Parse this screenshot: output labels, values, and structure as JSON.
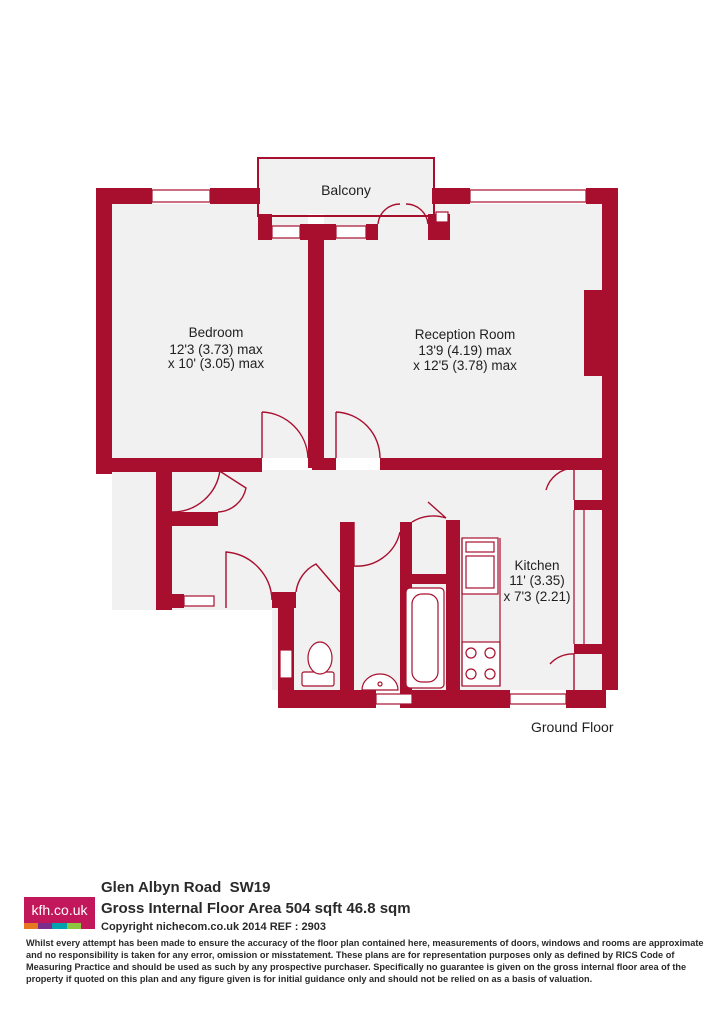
{
  "rooms": {
    "balcony": {
      "name": "Balcony"
    },
    "bedroom": {
      "name": "Bedroom",
      "dim1": "12'3 (3.73) max",
      "dim2": "x 10' (3.05) max"
    },
    "reception": {
      "name": "Reception Room",
      "dim1": "13'9 (4.19) max",
      "dim2": "x 12'5 (3.78) max"
    },
    "kitchen": {
      "name": "Kitchen",
      "dim1": "11' (3.35)",
      "dim2": "x 7'3 (2.21)"
    }
  },
  "floor_label": "Ground Floor",
  "logo": {
    "text": "kfh.co.uk",
    "brand_color": "#c2185b",
    "strip_colors": [
      "#e87722",
      "#7b2d8e",
      "#00a3ad",
      "#8dc63f",
      "#c2185b"
    ]
  },
  "info": {
    "title": "Glen Albyn Road  SW19",
    "area": "Gross Internal Floor Area 504 sqft 46.8 sqm",
    "copyright": "Copyright nichecom.co.uk 2014 REF : 2903",
    "disclaimer": "Whilst every attempt has been made to ensure the accuracy of the floor plan contained here, measurements of doors, windows and rooms are approximate and no responsibility is taken for any error, omission or misstatement.  These plans are for representation purposes only as defined by RICS Code of Measuring Practice and should be used as such by any prospective purchaser.  Specifically no guarantee is given on the gross internal floor area of the property if quoted on this plan and any figure given is for initial guidance only and should not be relied on as a basis of valuation."
  },
  "colors": {
    "wall": "#a80f2e",
    "floor": "#f2f1f1",
    "fixture_line": "#a80f2e"
  }
}
